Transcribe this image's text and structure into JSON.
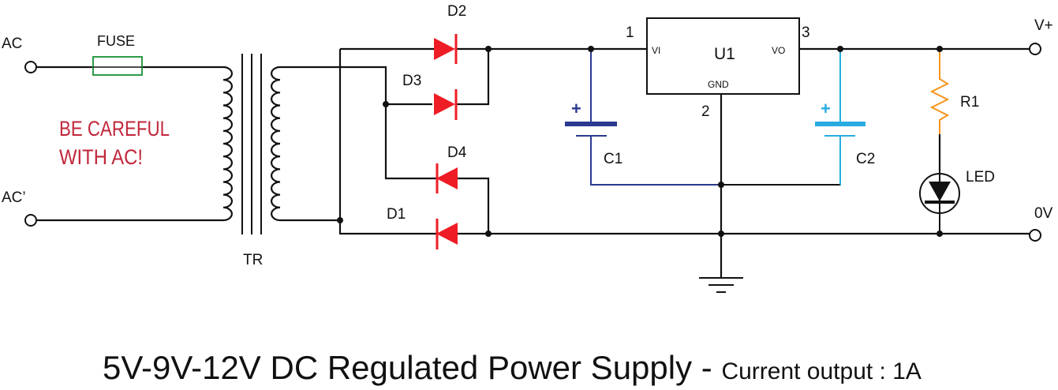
{
  "title": {
    "main": "5V-9V-12V   DC Regulated Power Supply - ",
    "sub": "Current output : 1A"
  },
  "labels": {
    "ac": "AC",
    "ac_prime": "AC’",
    "fuse": "FUSE",
    "warning_line1": "BE CAREFUL",
    "warning_line2": "WITH AC!",
    "transformer": "TR",
    "d1": "D1",
    "d2": "D2",
    "d3": "D3",
    "d4": "D4",
    "c1": "C1",
    "c2": "C2",
    "c1_plus": "+",
    "c2_plus": "+",
    "u1": "U1",
    "vi": "VI",
    "vo": "VO",
    "gnd": "GND",
    "pin1": "1",
    "pin2": "2",
    "pin3": "3",
    "r1": "R1",
    "led": "LED",
    "vplus": "V+",
    "zero_v": "0V"
  },
  "colors": {
    "wire": "#111111",
    "fuse": "#2e9b4a",
    "warning": "#c0263a",
    "diode": "#ee1c25",
    "c1": "#2b3990",
    "c2": "#29abe2",
    "r1": "#f7941d"
  }
}
